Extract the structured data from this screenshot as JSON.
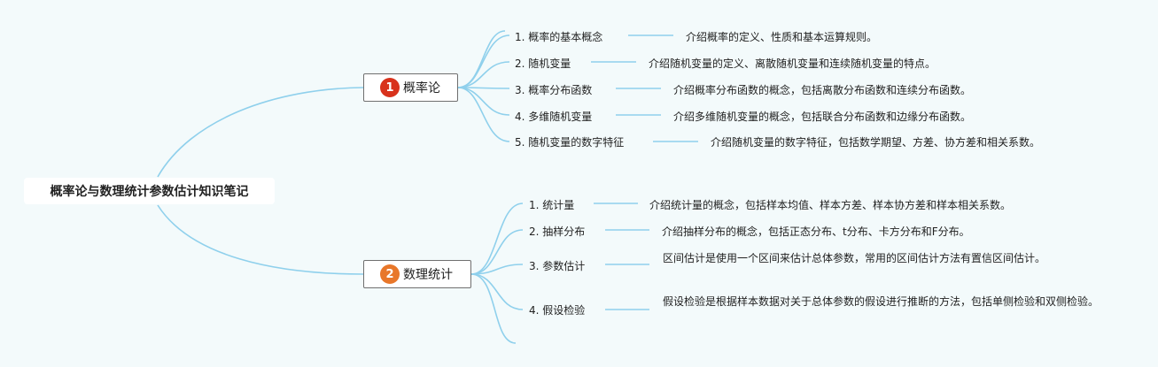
{
  "root": {
    "title": "概率论与数理统计参数估计知识笔记"
  },
  "branches": [
    {
      "number": "1",
      "label": "概率论",
      "badge_color": "#d8321c",
      "topics": [
        {
          "label": "1. 概率的基本概念",
          "description": "介绍概率的定义、性质和基本运算规则。"
        },
        {
          "label": "2. 随机变量",
          "description": "介绍随机变量的定义、离散随机变量和连续随机变量的特点。"
        },
        {
          "label": "3. 概率分布函数",
          "description": "介绍概率分布函数的概念，包括离散分布函数和连续分布函数。"
        },
        {
          "label": "4. 多维随机变量",
          "description": "介绍多维随机变量的概念，包括联合分布函数和边缘分布函数。"
        },
        {
          "label": "5. 随机变量的数字特征",
          "description": "介绍随机变量的数字特征，包括数学期望、方差、协方差和相关系数。"
        }
      ]
    },
    {
      "number": "2",
      "label": "数理统计",
      "badge_color": "#e8772a",
      "topics": [
        {
          "label": "1. 统计量",
          "description": "介绍统计量的概念，包括样本均值、样本方差、样本协方差和样本相关系数。"
        },
        {
          "label": "2. 抽样分布",
          "description": "介绍抽样分布的概念，包括正态分布、t分布、卡方分布和F分布。"
        },
        {
          "label": "3. 参数估计",
          "description": "区间估计是使用一个区间来估计总体参数，常用的区间估计方法有置信区间估计。"
        },
        {
          "label": "4. 假设检验",
          "description": "假设检验是根据样本数据对关于总体参数的假设进行推断的方法，包括单侧检验和双侧检验。"
        }
      ]
    }
  ],
  "colors": {
    "connector": "#8fd0ec",
    "background": "#f3fafb"
  }
}
